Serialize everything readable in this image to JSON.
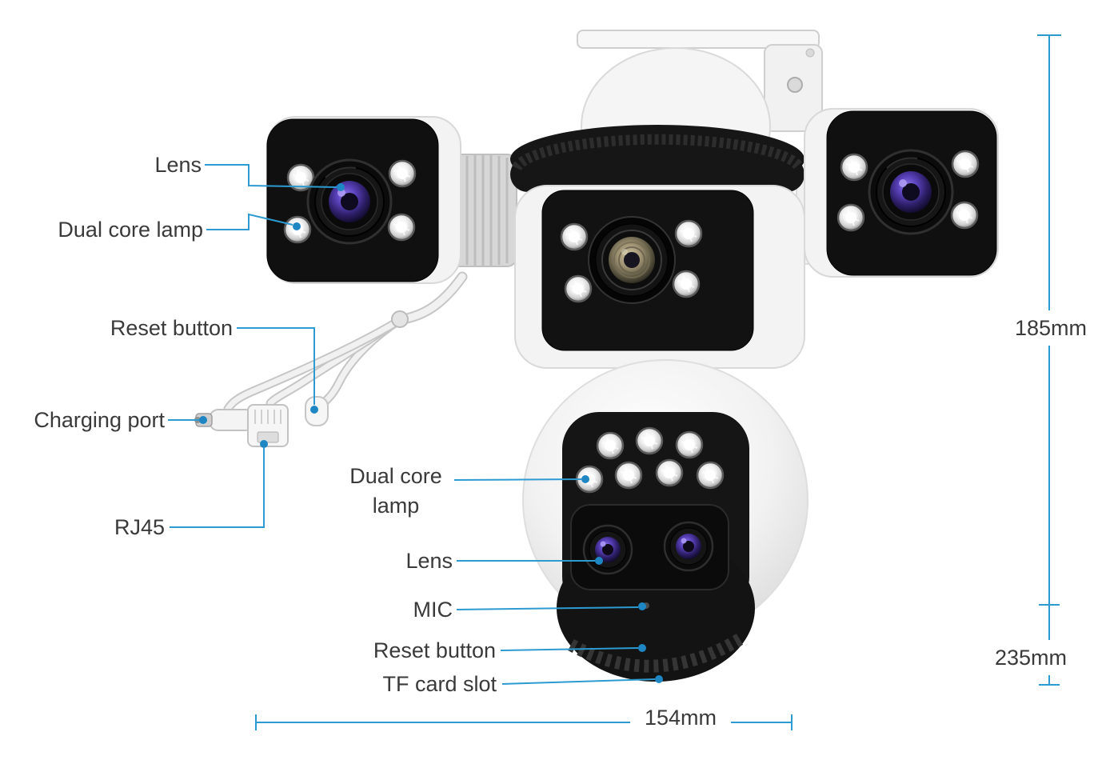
{
  "labels": {
    "lens_top": "Lens",
    "dual_core_lamp_top": "Dual core lamp",
    "reset_button_top": "Reset button",
    "charging_port": "Charging port",
    "dual_core_lamp_bottom": "Dual core lamp",
    "rj45": "RJ45",
    "lens_bottom": "Lens",
    "mic": "MIC",
    "reset_button_bottom": "Reset button",
    "tf_card_slot": "TF card slot"
  },
  "dimensions": {
    "height_upper": "185mm",
    "height_total": "235mm",
    "width": "154mm"
  },
  "colors": {
    "leader_line": "#2e9ad2",
    "leader_dot": "#1f86c4",
    "label_text": "#3a3a3a",
    "camera_body": "#f3f3f3",
    "camera_front": "#121212"
  }
}
